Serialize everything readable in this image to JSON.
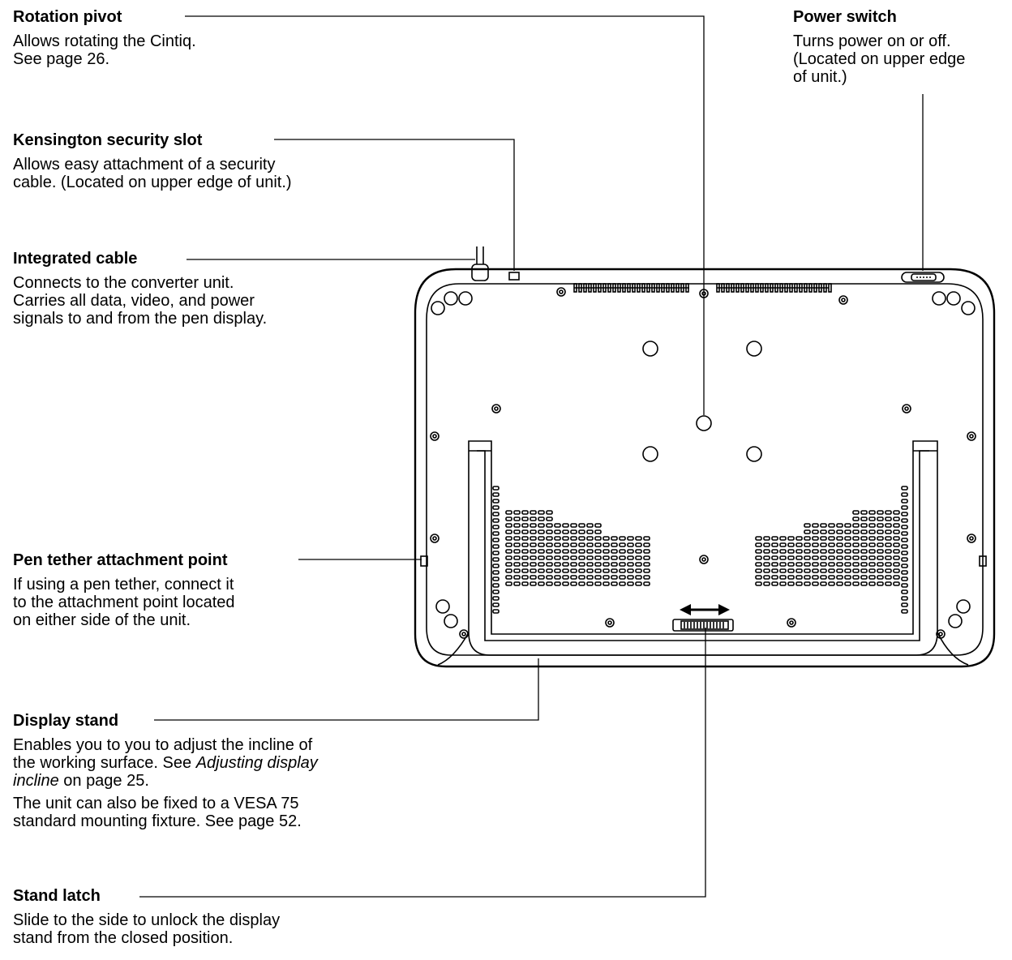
{
  "callouts": {
    "rotation_pivot": {
      "title": "Rotation pivot",
      "desc": "Allows rotating the Cintiq.\nSee page 26."
    },
    "kensington_slot": {
      "title": "Kensington security slot",
      "desc": "Allows easy attachment of a security\ncable.  (Located on upper edge of unit.)"
    },
    "integrated_cable": {
      "title": "Integrated cable",
      "desc": "Connects to the converter unit.\nCarries all data, video, and power\nsignals to and from the pen display."
    },
    "pen_tether": {
      "title": "Pen tether attachment point",
      "desc": "If using a pen tether, connect it\nto the attachment point located\non either side of the unit."
    },
    "display_stand": {
      "title": "Display stand",
      "desc_a": "Enables you to you to adjust the incline of\nthe working surface.  See ",
      "desc_italic": "Adjusting display\nincline",
      "desc_b": " on page 25.",
      "desc2": "The unit can also be fixed to a VESA 75\nstandard mounting fixture.  See page 52."
    },
    "stand_latch": {
      "title": "Stand latch",
      "desc": "Slide to the side to unlock the display\nstand from the closed position."
    },
    "power_switch": {
      "title": "Power switch",
      "desc": "Turns power on or off.\n(Located on upper edge\nof unit.)"
    }
  }
}
